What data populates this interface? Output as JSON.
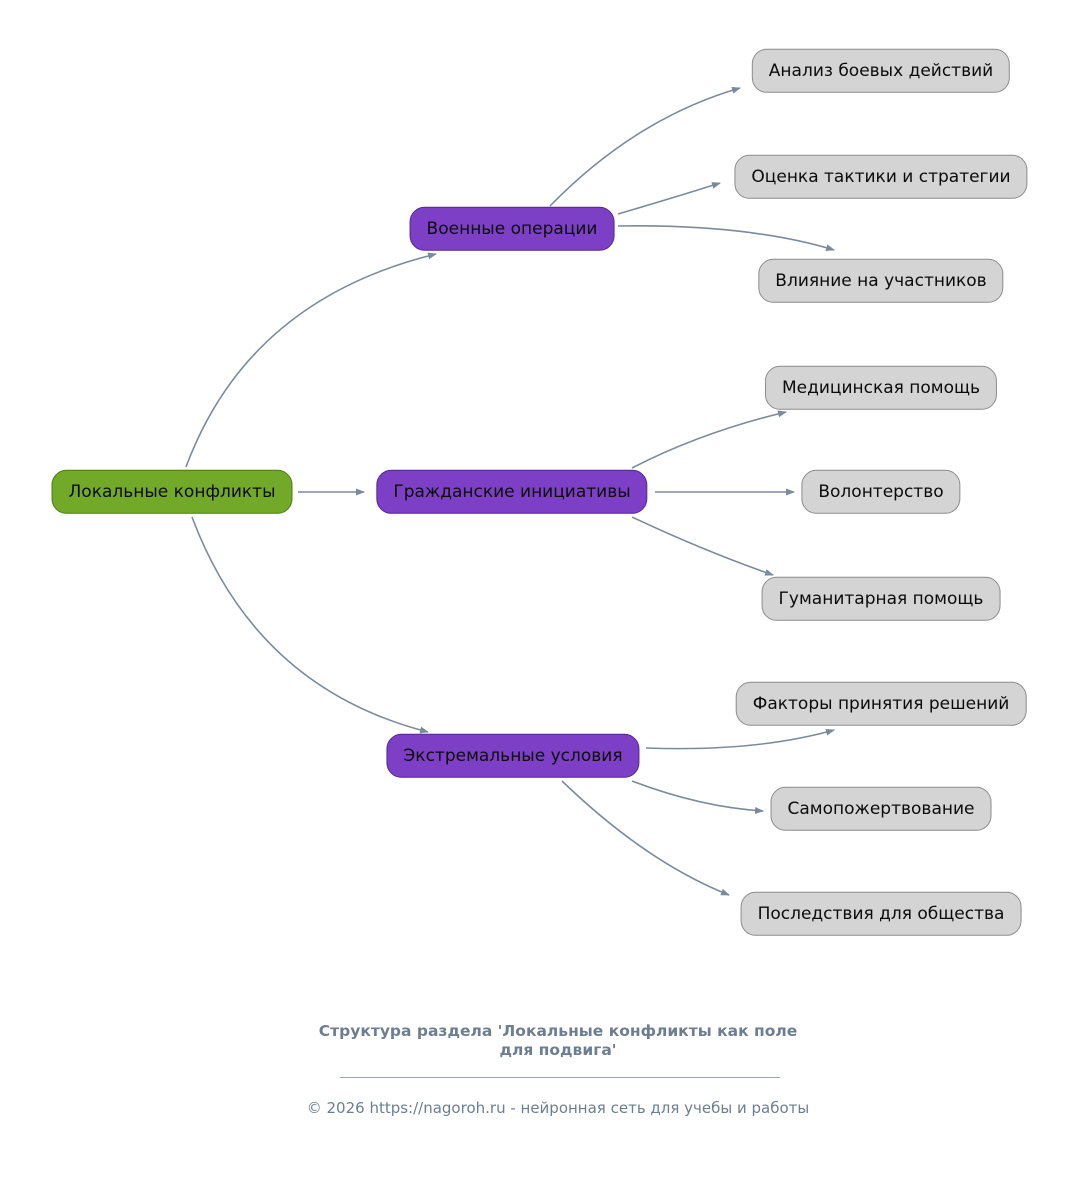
{
  "diagram": {
    "root": {
      "label": "Локальные конфликты"
    },
    "branches": [
      {
        "label": "Военные операции",
        "children": [
          "Анализ боевых действий",
          "Оценка тактики и стратегии",
          "Влияние на участников"
        ]
      },
      {
        "label": "Гражданские инициативы",
        "children": [
          "Медицинская помощь",
          "Волонтерство",
          "Гуманитарная помощь"
        ]
      },
      {
        "label": "Экстремальные условия",
        "children": [
          "Факторы принятия решений",
          "Самопожертвование",
          "Последствия для общества"
        ]
      }
    ],
    "colors": {
      "root-fill": "#73a929",
      "root-border": "#4b7c12",
      "branch-fill": "#7d3fc6",
      "branch-border": "#55268f",
      "leaf-fill": "#d4d4d4",
      "leaf-border": "#8c8c8c",
      "edge": "#7c8b9b",
      "footer-text": "#6e7e90",
      "footer-line": "#9aa7b5"
    }
  },
  "footer": {
    "title": "Структура раздела 'Локальные конфликты как поле для подвига'",
    "copyright": "© 2026 https://nagoroh.ru - нейронная сеть для учебы и работы"
  }
}
